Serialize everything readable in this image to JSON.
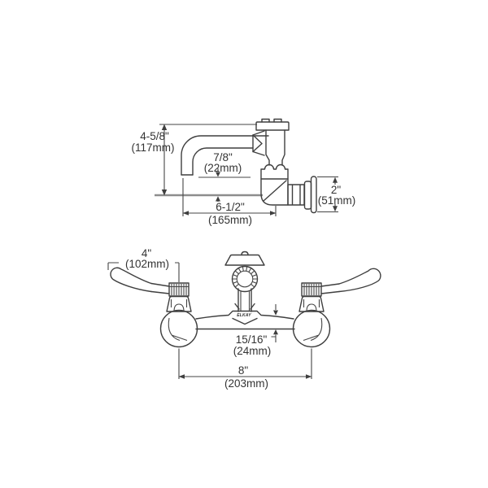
{
  "drawing": {
    "brand_label": "ELKAY",
    "colors": {
      "line": "#3f3f3f",
      "centerline": "#8d8d8d",
      "text": "#333333",
      "background": "#ffffff"
    },
    "top_view": {
      "spout_height": {
        "inches": "4-5/8\"",
        "metric": "(117mm)"
      },
      "outlet_offset": {
        "inches": "7/8\"",
        "metric": "(22mm)"
      },
      "spout_reach": {
        "inches": "6-1/2\"",
        "metric": "(165mm)"
      },
      "flange_height": {
        "inches": "2\"",
        "metric": "(51mm)"
      }
    },
    "front_view": {
      "handle_length": {
        "inches": "4\"",
        "metric": "(102mm)"
      },
      "body_height": {
        "inches": "15/16\"",
        "metric": "(24mm)"
      },
      "handle_centers": {
        "inches": "8\"",
        "metric": "(203mm)"
      }
    }
  }
}
